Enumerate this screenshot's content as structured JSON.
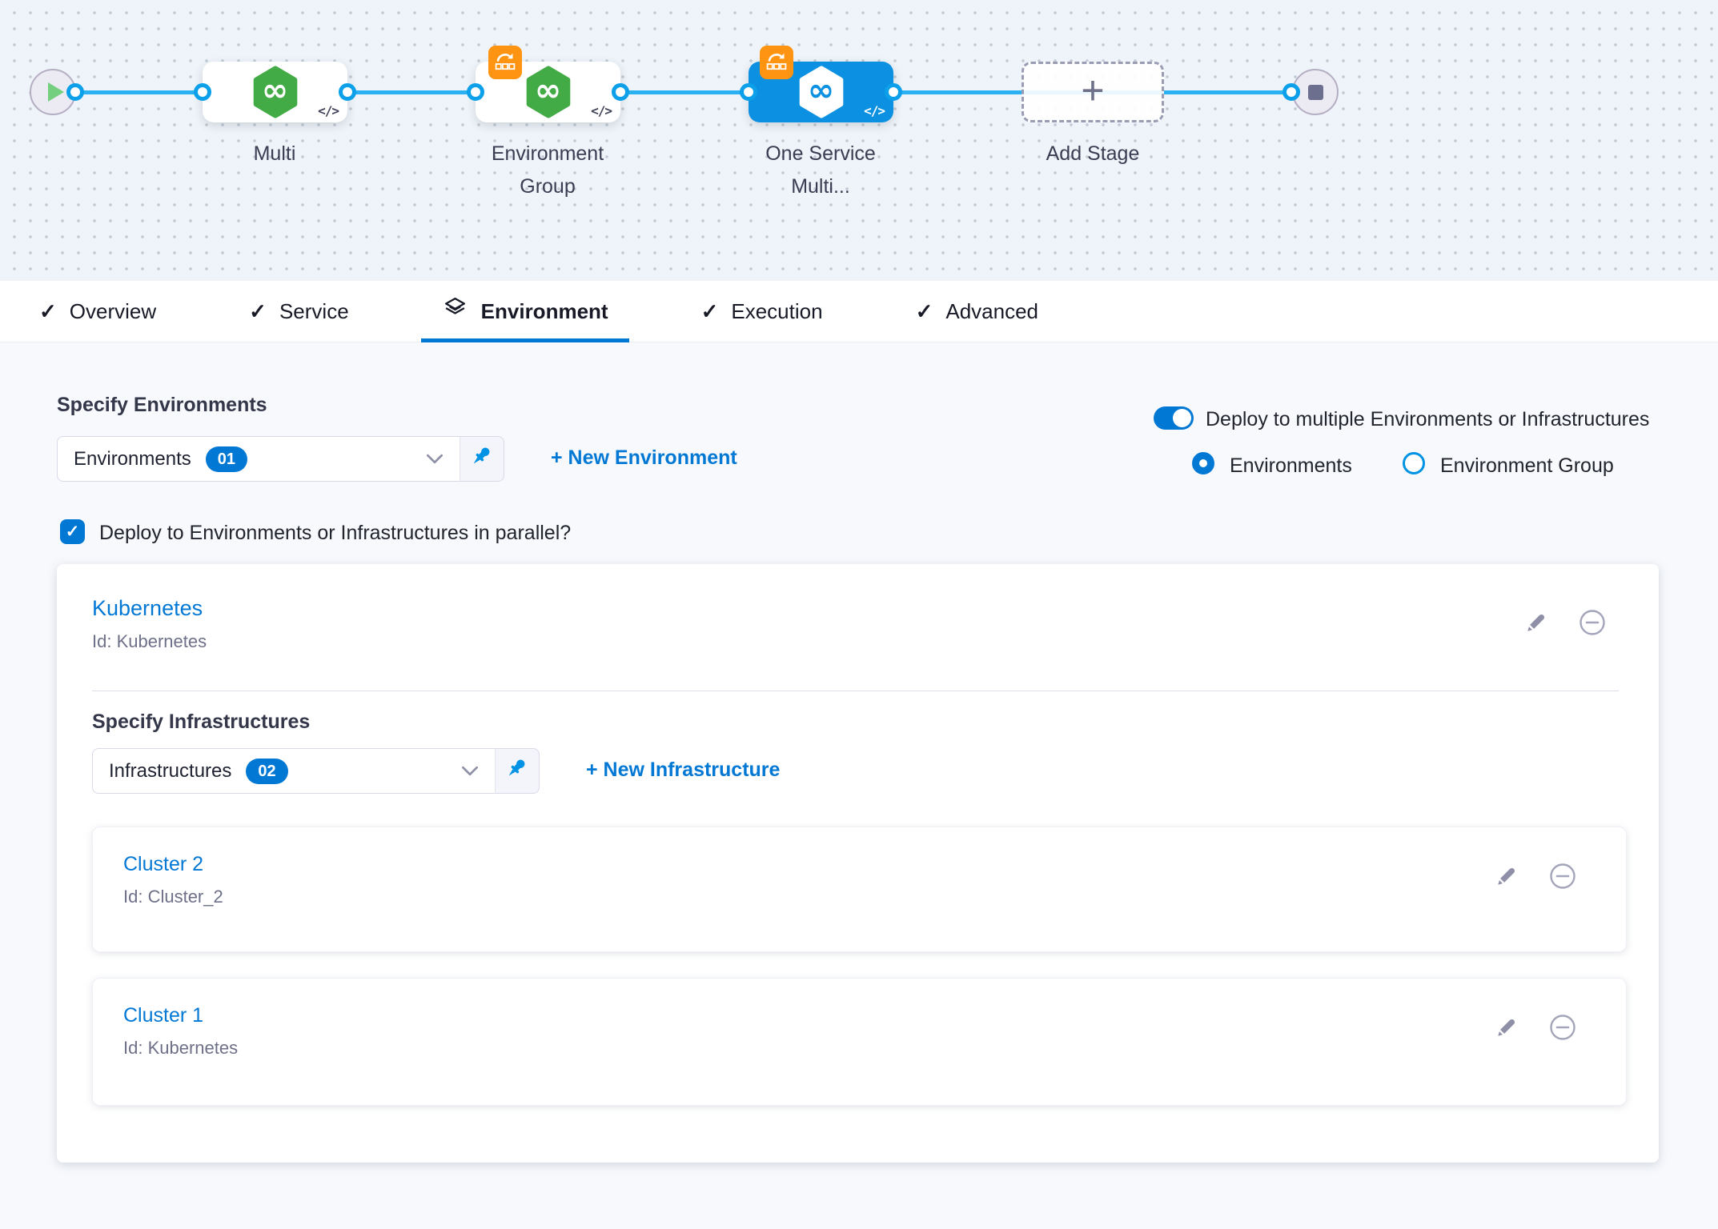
{
  "colors": {
    "accent_blue": "#0278d5",
    "selected_node_blue": "#0b90e2",
    "connector_blue": "#2bb0f2",
    "harness_green": "#42ab45",
    "badge_orange": "#ff9412",
    "icon_grey": "#8f90a8"
  },
  "ui": {
    "check_glyph": "✓",
    "infinity_glyph": "∞"
  },
  "pipeline": {
    "stages": [
      {
        "label": "Multi"
      },
      {
        "label": "Environment Group"
      },
      {
        "label": "One Service Multi..."
      }
    ],
    "add_stage": {
      "label": "Add Stage",
      "plus": "+"
    },
    "code_glyph": "</>"
  },
  "tabs": [
    {
      "label": "Overview"
    },
    {
      "label": "Service"
    },
    {
      "label": "Environment"
    },
    {
      "label": "Execution"
    },
    {
      "label": "Advanced"
    }
  ],
  "environments_section": {
    "title": "Specify Environments",
    "dropdown_value": "Environments",
    "dropdown_count": "01",
    "new_environment_link": "+ New Environment",
    "toggle_label": "Deploy to multiple Environments or Infrastructures",
    "radio_environments_label": "Environments",
    "radio_environment_group_label": "Environment Group",
    "parallel_label": "Deploy to Environments or Infrastructures in parallel?"
  },
  "environment_card": {
    "title": "Kubernetes",
    "id": "Id: Kubernetes",
    "infra_section": {
      "title": "Specify Infrastructures",
      "dropdown_value": "Infrastructures",
      "dropdown_count": "02",
      "new_infrastructure_link": "+ New Infrastructure",
      "clusters": [
        {
          "title": "Cluster 2",
          "id": "Id: Cluster_2"
        },
        {
          "title": "Cluster 1",
          "id": "Id: Kubernetes"
        }
      ]
    }
  }
}
